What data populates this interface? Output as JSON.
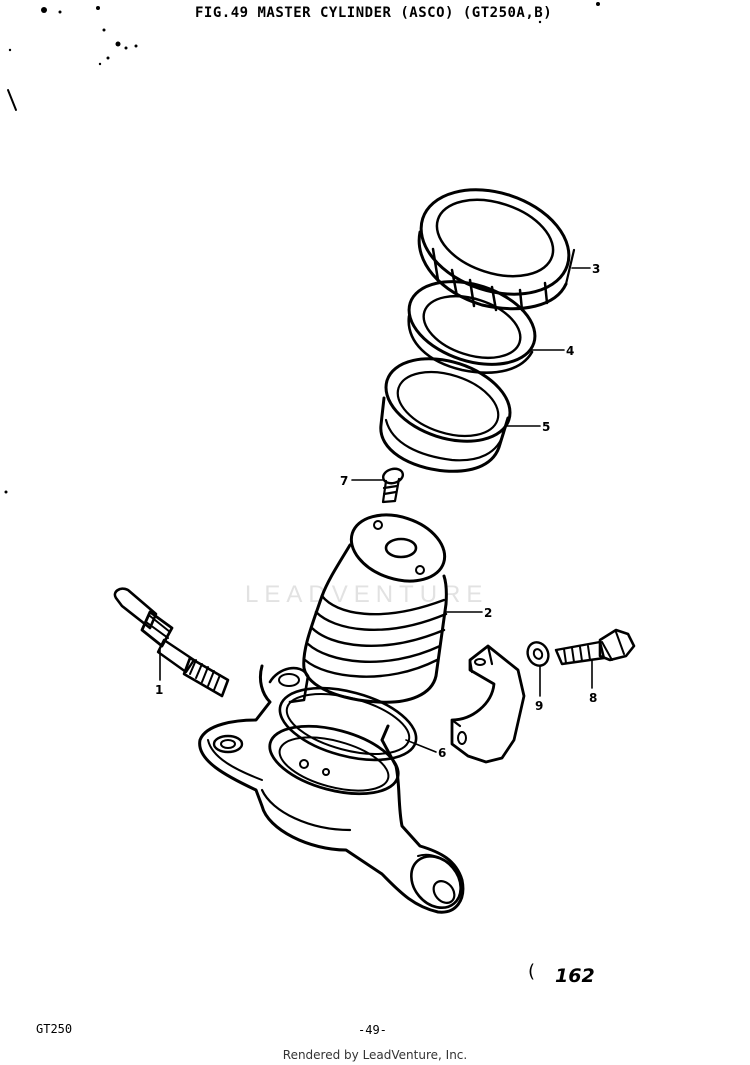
{
  "header": {
    "title": "FIG.49  MASTER CYLINDER (ASCO) (GT250A,B)"
  },
  "watermark": {
    "text": "LEADVENTURE"
  },
  "callouts": [
    {
      "id": "1",
      "label": "1"
    },
    {
      "id": "2",
      "label": "2"
    },
    {
      "id": "3",
      "label": "3"
    },
    {
      "id": "4",
      "label": "4"
    },
    {
      "id": "5",
      "label": "5"
    },
    {
      "id": "6",
      "label": "6"
    },
    {
      "id": "7",
      "label": "7"
    },
    {
      "id": "8",
      "label": "8"
    },
    {
      "id": "9",
      "label": "9"
    }
  ],
  "footer": {
    "paren": "(",
    "page_code": "162",
    "model": "GT250",
    "page_number": "-49-",
    "credit": "Rendered by LeadVenture, Inc."
  },
  "colors": {
    "ink": "#000000",
    "paper": "#ffffff",
    "watermark": "#e2e2e2"
  }
}
